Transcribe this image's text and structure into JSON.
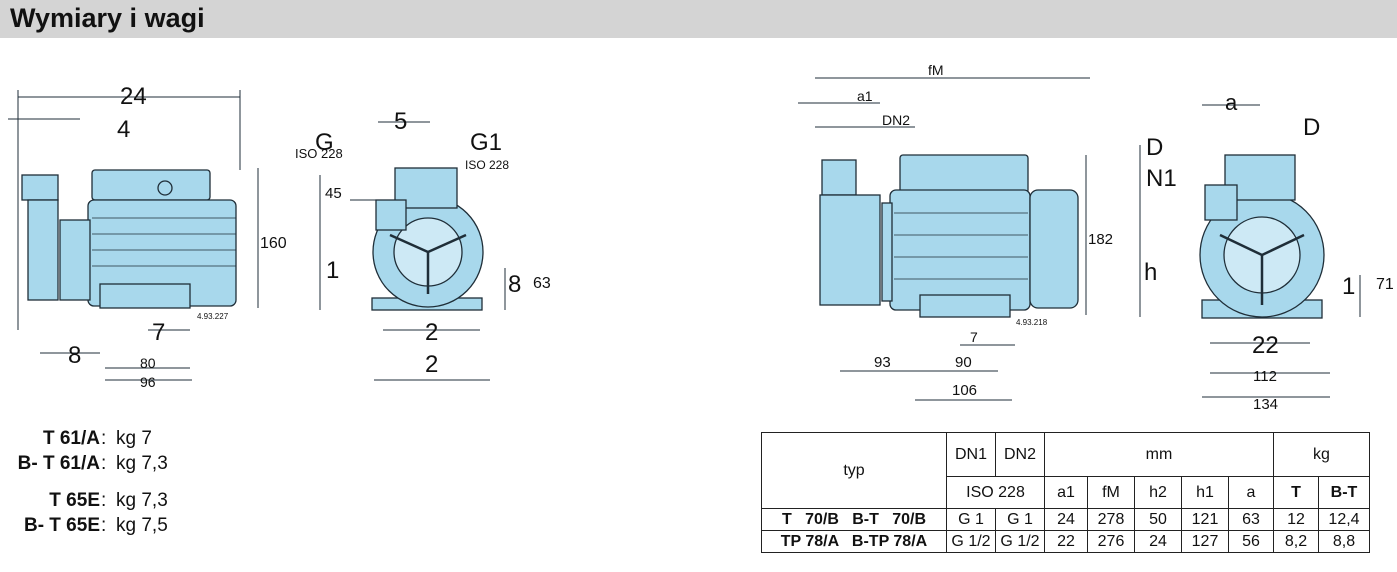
{
  "header": {
    "title": "Wymiary i wagi"
  },
  "colors": {
    "pump_fill": "#a8d8ec",
    "pump_stroke": "#1f2e38",
    "header_bg": "#d4d4d4"
  },
  "drawing1": {
    "dims": [
      "24",
      "4",
      "160",
      "7",
      "8",
      "80",
      "96"
    ],
    "ref": "4.93.227"
  },
  "drawing2": {
    "g_label": "G",
    "iso_left": "ISO 228",
    "dim5": "5",
    "g1_label": "G1",
    "iso_right": "ISO 228",
    "d45": "45",
    "d1": "1",
    "d8": "8",
    "d63": "63",
    "d2a": "2",
    "d2b": "2"
  },
  "drawing3": {
    "fM": "fM",
    "a1": "a1",
    "DN2": "DN2",
    "d182": "182",
    "d7": "7",
    "d93": "93",
    "d90": "90",
    "d106": "106",
    "ref": "4.93.218"
  },
  "drawing4": {
    "a": "a",
    "D_left": "D",
    "D_right": "D",
    "N1": "N1",
    "h": "h",
    "d1": "1",
    "d71": "71",
    "d22": "22",
    "d112": "112",
    "d134": "134"
  },
  "weights": [
    {
      "model": "T 61/A",
      "sep": ":",
      "value": "kg 7"
    },
    {
      "model": "B- T 61/A",
      "sep": ":",
      "value": "kg 7,3"
    },
    {
      "model": "T 65E",
      "sep": ":",
      "value": "kg 7,3"
    },
    {
      "model": "B- T 65E",
      "sep": ":",
      "value": "kg 7,5"
    }
  ],
  "table": {
    "typ": "typ",
    "dn1": "DN1",
    "dn2": "DN2",
    "mm": "mm",
    "kg": "kg",
    "iso": "ISO 228",
    "cols": [
      "a1",
      "fM",
      "h2",
      "h1",
      "a"
    ],
    "kgcols": [
      "T",
      "B-T"
    ],
    "rows": [
      {
        "typ": "T   70/B   B-T   70/B",
        "dn1": "G 1",
        "dn2": "G 1",
        "a1": "24",
        "fM": "278",
        "h2": "50",
        "h1": "121",
        "a": "63",
        "T": "12",
        "BT": "12,4"
      },
      {
        "typ": "TP 78/A   B-TP 78/A",
        "dn1": "G 1/2",
        "dn2": "G 1/2",
        "a1": "22",
        "fM": "276",
        "h2": "24",
        "h1": "127",
        "a": "56",
        "T": "8,2",
        "BT": "8,8"
      }
    ]
  }
}
